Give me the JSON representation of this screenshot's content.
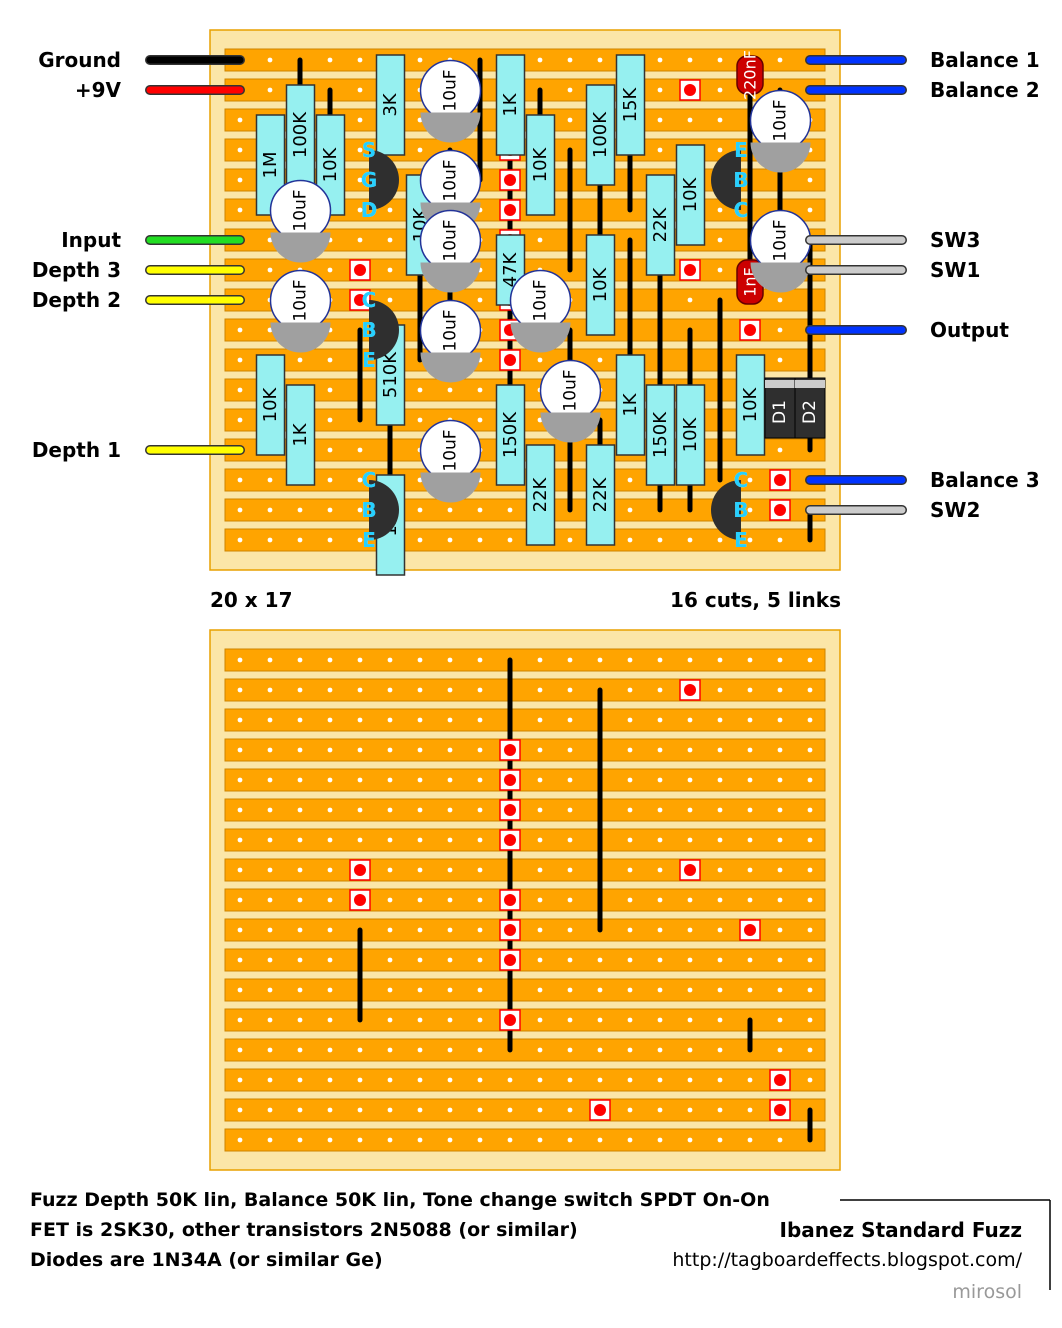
{
  "colors": {
    "board_bg": "#fbe6a8",
    "strip": "#ffa400",
    "strip_edge": "#cc8400",
    "hole": "#ffffff",
    "link": "#000000",
    "cut": "#ff0000",
    "resistor": "#96f0f0",
    "capacitor_body": "#ffffff",
    "capacitor_band": "#a0a0a0",
    "film_cap": "#cc0000",
    "transistor": "#2f2f2f",
    "pin_label": "#00c8ff",
    "wire_black": "#000000",
    "wire_red": "#ff0000",
    "wire_green": "#22dd22",
    "wire_yellow": "#ffff00",
    "wire_blue": "#0033ff",
    "wire_grey": "#cccccc"
  },
  "board": {
    "columns": 20,
    "rows": 17
  },
  "left_wires": [
    {
      "label": "Ground",
      "row": 0,
      "color": "wire_black"
    },
    {
      "label": "+9V",
      "row": 1,
      "color": "wire_red"
    },
    {
      "label": "Input",
      "row": 6,
      "color": "wire_green"
    },
    {
      "label": "Depth 3",
      "row": 7,
      "color": "wire_yellow"
    },
    {
      "label": "Depth 2",
      "row": 8,
      "color": "wire_yellow"
    },
    {
      "label": "Depth 1",
      "row": 13,
      "color": "wire_yellow"
    }
  ],
  "right_wires": [
    {
      "label": "Balance 1",
      "row": 0,
      "color": "wire_blue"
    },
    {
      "label": "Balance 2",
      "row": 1,
      "color": "wire_blue"
    },
    {
      "label": "SW3",
      "row": 6,
      "color": "wire_grey"
    },
    {
      "label": "SW1",
      "row": 7,
      "color": "wire_grey"
    },
    {
      "label": "Output",
      "row": 9,
      "color": "wire_blue"
    },
    {
      "label": "Balance 3",
      "row": 14,
      "color": "wire_blue"
    },
    {
      "label": "SW2",
      "row": 15,
      "color": "wire_grey"
    }
  ],
  "links": [
    {
      "col": 9,
      "r1": 0,
      "r2": 13
    },
    {
      "col": 12,
      "r1": 1,
      "r2": 9
    },
    {
      "col": 4,
      "r1": 9,
      "r2": 12
    },
    {
      "col": 17,
      "r1": 12,
      "r2": 13
    },
    {
      "col": 19,
      "r1": 15,
      "r2": 16
    }
  ],
  "cuts": [
    {
      "col": 15,
      "row": 1
    },
    {
      "col": 9,
      "row": 3
    },
    {
      "col": 9,
      "row": 4
    },
    {
      "col": 9,
      "row": 5
    },
    {
      "col": 9,
      "row": 6
    },
    {
      "col": 4,
      "row": 7
    },
    {
      "col": 15,
      "row": 7
    },
    {
      "col": 4,
      "row": 8
    },
    {
      "col": 9,
      "row": 8
    },
    {
      "col": 9,
      "row": 9
    },
    {
      "col": 17,
      "row": 9
    },
    {
      "col": 9,
      "row": 10
    },
    {
      "col": 9,
      "row": 12
    },
    {
      "col": 18,
      "row": 14
    },
    {
      "col": 12,
      "row": 15
    },
    {
      "col": 18,
      "row": 15
    }
  ],
  "jumpers_top": [
    {
      "col": 2,
      "r1": 0,
      "r2": 6
    },
    {
      "col": 3,
      "r1": 1,
      "r2": 5
    },
    {
      "col": 6,
      "r1": 4,
      "r2": 10
    },
    {
      "col": 7,
      "r1": 3,
      "r2": 8
    },
    {
      "col": 8,
      "r1": 0,
      "r2": 4
    },
    {
      "col": 10,
      "r1": 1,
      "r2": 5
    },
    {
      "col": 11,
      "r1": 3,
      "r2": 7
    },
    {
      "col": 13,
      "r1": 0,
      "r2": 5
    },
    {
      "col": 13,
      "r1": 6,
      "r2": 12
    },
    {
      "col": 14,
      "r1": 7,
      "r2": 15
    },
    {
      "col": 15,
      "r1": 9,
      "r2": 15
    },
    {
      "col": 16,
      "r1": 8,
      "r2": 14
    },
    {
      "col": 17,
      "r1": 0,
      "r2": 7
    },
    {
      "col": 18,
      "r1": 1,
      "r2": 5
    },
    {
      "col": 19,
      "r1": 6,
      "r2": 13
    },
    {
      "col": 5,
      "r1": 10,
      "r2": 16
    },
    {
      "col": 11,
      "r1": 9,
      "r2": 15
    },
    {
      "col": 12,
      "r1": 12,
      "r2": 15
    }
  ],
  "resistors": [
    {
      "label": "1M",
      "col": 1.45,
      "r1": 2,
      "r2": 5
    },
    {
      "label": "100K",
      "col": 2.45,
      "r1": 1,
      "r2": 4
    },
    {
      "label": "10K",
      "col": 3.45,
      "r1": 2,
      "r2": 5
    },
    {
      "label": "3K",
      "col": 5.45,
      "r1": 0,
      "r2": 3
    },
    {
      "label": "10K",
      "col": 6.45,
      "r1": 4,
      "r2": 7
    },
    {
      "label": "1K",
      "col": 9.45,
      "r1": 0,
      "r2": 3
    },
    {
      "label": "10K",
      "col": 10.45,
      "r1": 2,
      "r2": 5
    },
    {
      "label": "47K",
      "col": 9.45,
      "r1": 6,
      "r2": 8
    },
    {
      "label": "100K",
      "col": 12.45,
      "r1": 1,
      "r2": 4
    },
    {
      "label": "15K",
      "col": 13.45,
      "r1": 0,
      "r2": 3
    },
    {
      "label": "10K",
      "col": 12.45,
      "r1": 6,
      "r2": 9
    },
    {
      "label": "22K",
      "col": 14.45,
      "r1": 4,
      "r2": 7
    },
    {
      "label": "10K",
      "col": 15.45,
      "r1": 3,
      "r2": 6
    },
    {
      "label": "510K",
      "col": 5.45,
      "r1": 9,
      "r2": 12
    },
    {
      "label": "10K",
      "col": 1.45,
      "r1": 10,
      "r2": 13
    },
    {
      "label": "1K",
      "col": 2.45,
      "r1": 11,
      "r2": 14
    },
    {
      "label": "1K",
      "col": 5.45,
      "r1": 14,
      "r2": 17
    },
    {
      "label": "150K",
      "col": 9.45,
      "r1": 11,
      "r2": 14
    },
    {
      "label": "22K",
      "col": 10.45,
      "r1": 13,
      "r2": 16
    },
    {
      "label": "22K",
      "col": 12.45,
      "r1": 13,
      "r2": 16
    },
    {
      "label": "1K",
      "col": 13.45,
      "r1": 10,
      "r2": 13
    },
    {
      "label": "150K",
      "col": 14.45,
      "r1": 11,
      "r2": 14
    },
    {
      "label": "10K",
      "col": 15.45,
      "r1": 11,
      "r2": 14
    },
    {
      "label": "10K",
      "col": 17.45,
      "r1": 10,
      "r2": 13
    }
  ],
  "caps": [
    {
      "label": "10uF",
      "col": 7.45,
      "row": 1.45
    },
    {
      "label": "10uF",
      "col": 7.45,
      "row": 4.45
    },
    {
      "label": "10uF",
      "col": 7.45,
      "row": 6.45
    },
    {
      "label": "10uF",
      "col": 7.45,
      "row": 9.45
    },
    {
      "label": "10uF",
      "col": 7.45,
      "row": 13.45
    },
    {
      "label": "10uF",
      "col": 2.45,
      "row": 5.45
    },
    {
      "label": "10uF",
      "col": 2.45,
      "row": 8.45
    },
    {
      "label": "10uF",
      "col": 10.45,
      "row": 8.45
    },
    {
      "label": "10uF",
      "col": 11.45,
      "row": 11.45
    },
    {
      "label": "10uF",
      "col": 18.45,
      "row": 2.45
    },
    {
      "label": "10uF",
      "col": 18.45,
      "row": 6.45
    }
  ],
  "film_caps": [
    {
      "label": "220nF",
      "col": 17,
      "r1": 0,
      "r2": 1
    },
    {
      "label": "1nF",
      "col": 17,
      "r1": 6.8,
      "r2": 8
    }
  ],
  "transistors": [
    {
      "col": 4.3,
      "row": 4,
      "pins": [
        "S",
        "G",
        "D"
      ],
      "side": "right"
    },
    {
      "col": 4.3,
      "row": 9,
      "pins": [
        "C",
        "B",
        "E"
      ],
      "side": "right"
    },
    {
      "col": 4.3,
      "row": 15,
      "pins": [
        "C",
        "B",
        "E"
      ],
      "side": "right"
    },
    {
      "col": 16.7,
      "row": 4,
      "pins": [
        "E",
        "B",
        "C"
      ],
      "side": "left"
    },
    {
      "col": 16.7,
      "row": 15,
      "pins": [
        "C",
        "B",
        "E"
      ],
      "side": "left"
    }
  ],
  "diodes": [
    {
      "label": "D1",
      "col": 18,
      "r1": 10.6,
      "r2": 12.6
    },
    {
      "label": "D2",
      "col": 19,
      "r1": 10.6,
      "r2": 12.6
    }
  ],
  "size_label": "20 x 17",
  "cuts_links_label": "16 cuts, 5 links",
  "notes": [
    "Fuzz Depth 50K lin, Balance 50K lin, Tone change switch SPDT On-On",
    "FET is 2SK30, other transistors 2N5088 (or similar)",
    "Diodes are 1N34A (or similar Ge)"
  ],
  "title": "Ibanez Standard Fuzz",
  "url": "http://tagboardeffects.blogspot.com/",
  "author": "mirosol"
}
